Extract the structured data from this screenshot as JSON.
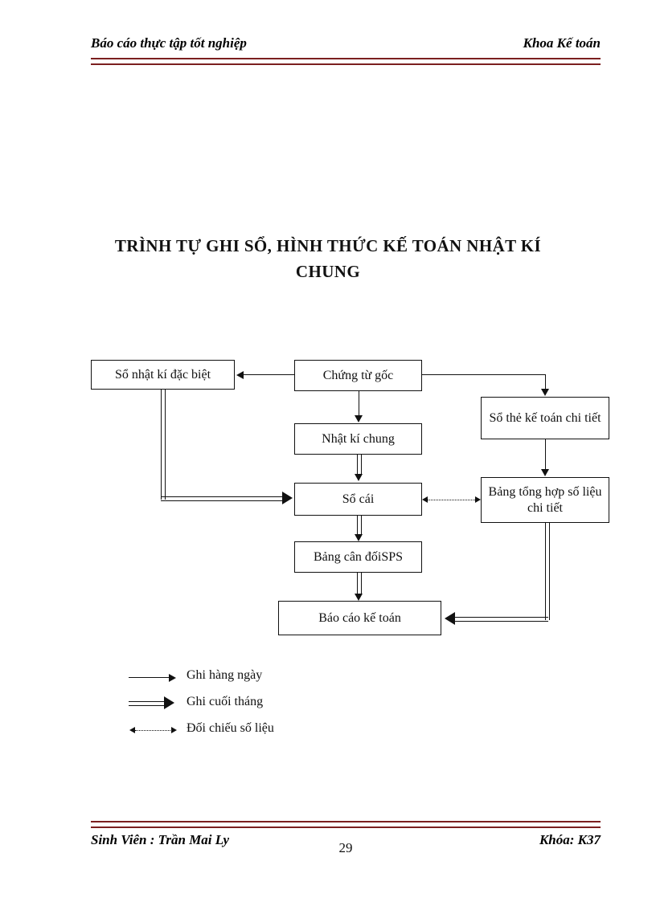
{
  "header": {
    "left": "Báo cáo thực tập tốt nghiệp",
    "right": "Khoa Kế toán",
    "rule_color": "#7B1F1F"
  },
  "title": "TRÌNH TỰ GHI SỔ, HÌNH THỨC KẾ TOÁN NHẬT KÍ CHUNG",
  "chart_data": {
    "type": "diagram",
    "title": "TRÌNH TỰ GHI SỔ, HÌNH THỨC KẾ TOÁN NHẬT KÍ CHUNG",
    "nodes": [
      {
        "id": "sonhatki",
        "label": "Sổ nhật kí đặc biệt"
      },
      {
        "id": "chungtu",
        "label": "Chứng từ gốc"
      },
      {
        "id": "sothe",
        "label": "Sổ thẻ kế toán chi tiết"
      },
      {
        "id": "nhatki",
        "label": "Nhật kí chung"
      },
      {
        "id": "socai",
        "label": "Sổ cái"
      },
      {
        "id": "bangtong",
        "label": "Bảng tổng hợp số liệu chi tiết"
      },
      {
        "id": "bangcan",
        "label": "Bảng cân đốiSPS"
      },
      {
        "id": "baocao",
        "label": "Báo cáo kế toán"
      }
    ],
    "edges": [
      {
        "from": "chungtu",
        "to": "sonhatki",
        "style": "daily"
      },
      {
        "from": "chungtu",
        "to": "nhatki",
        "style": "daily"
      },
      {
        "from": "chungtu",
        "to": "sothe",
        "style": "daily"
      },
      {
        "from": "nhatki",
        "to": "socai",
        "style": "monthly"
      },
      {
        "from": "sonhatki",
        "to": "socai",
        "style": "monthly"
      },
      {
        "from": "sothe",
        "to": "bangtong",
        "style": "monthly"
      },
      {
        "from": "socai",
        "to": "bangcan",
        "style": "monthly"
      },
      {
        "from": "bangcan",
        "to": "baocao",
        "style": "monthly"
      },
      {
        "from": "bangtong",
        "to": "baocao",
        "style": "monthly"
      },
      {
        "from": "socai",
        "to": "bangtong",
        "style": "compare",
        "bidirectional": true
      }
    ]
  },
  "legend": {
    "items": [
      {
        "art": "daily",
        "label": "Ghi hàng ngày"
      },
      {
        "art": "monthly",
        "label": "Ghi cuối tháng"
      },
      {
        "art": "compare",
        "label": "Đối chiếu số liệu"
      }
    ]
  },
  "footer": {
    "left": "Sinh Viên : Trần Mai Ly",
    "right": "Khóa: K37",
    "page_number": "29"
  }
}
